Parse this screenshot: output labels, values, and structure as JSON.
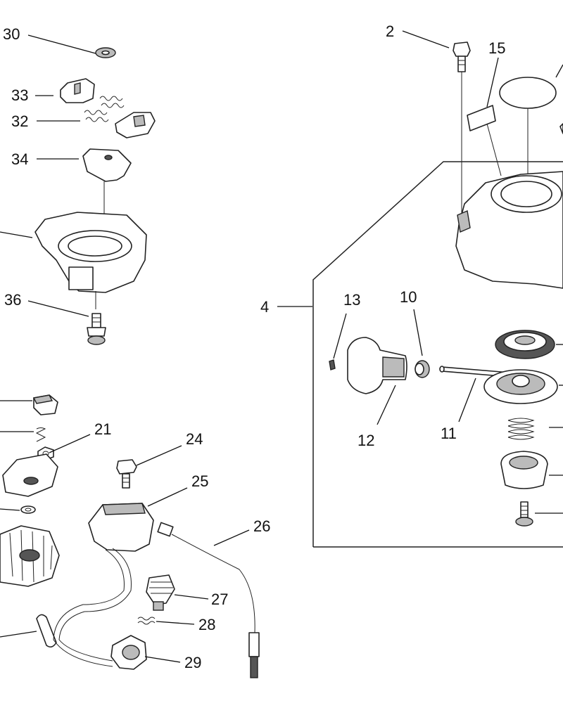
{
  "diagram": {
    "callouts": [
      {
        "id": "c30",
        "label": "30"
      },
      {
        "id": "c33",
        "label": "33"
      },
      {
        "id": "c32",
        "label": "32"
      },
      {
        "id": "c34",
        "label": "34"
      },
      {
        "id": "c36",
        "label": "36"
      },
      {
        "id": "c2",
        "label": "2"
      },
      {
        "id": "c15",
        "label": "15"
      },
      {
        "id": "c4",
        "label": "4"
      },
      {
        "id": "c13",
        "label": "13"
      },
      {
        "id": "c10",
        "label": "10"
      },
      {
        "id": "c12",
        "label": "12"
      },
      {
        "id": "c11",
        "label": "11"
      },
      {
        "id": "c21",
        "label": "21"
      },
      {
        "id": "c24",
        "label": "24"
      },
      {
        "id": "c25",
        "label": "25"
      },
      {
        "id": "c26",
        "label": "26"
      },
      {
        "id": "c27",
        "label": "27"
      },
      {
        "id": "c28",
        "label": "28"
      },
      {
        "id": "c29",
        "label": "29"
      }
    ]
  }
}
